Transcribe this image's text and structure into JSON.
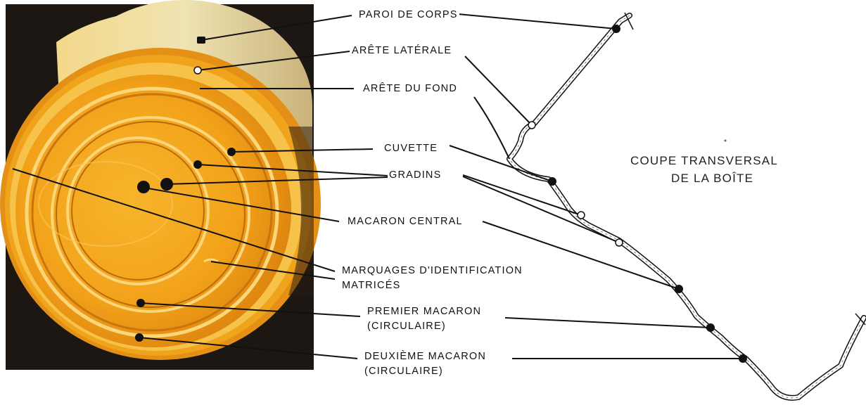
{
  "diagram": {
    "labels": {
      "paroi": "PAROI DE CORPS",
      "arete_laterale": "ARÊTE LATÉRALE",
      "arete_fond": "ARÊTE DU FOND",
      "cuvette": "CUVETTE",
      "gradins": "GRADINS",
      "macaron_central": "MACARON CENTRAL",
      "marquages_line1": "MARQUAGES D'IDENTIFICATION",
      "marquages_line2": "MATRICÉS",
      "premier_line1": "PREMIER MACARON",
      "premier_line2": "(CIRCULAIRE)",
      "deuxieme_line1": "DEUXIÈME MACARON",
      "deuxieme_line2": "(CIRCULAIRE)"
    },
    "section_title_line1": "COUPE TRANSVERSAL",
    "section_title_line2": "DE LA BOÎTE"
  },
  "colors": {
    "can_gold": "#f2a81e",
    "can_light": "#f7c24a",
    "can_side": "#e8d9a0",
    "background_dark": "#1c1712",
    "leader_line": "#111111"
  }
}
